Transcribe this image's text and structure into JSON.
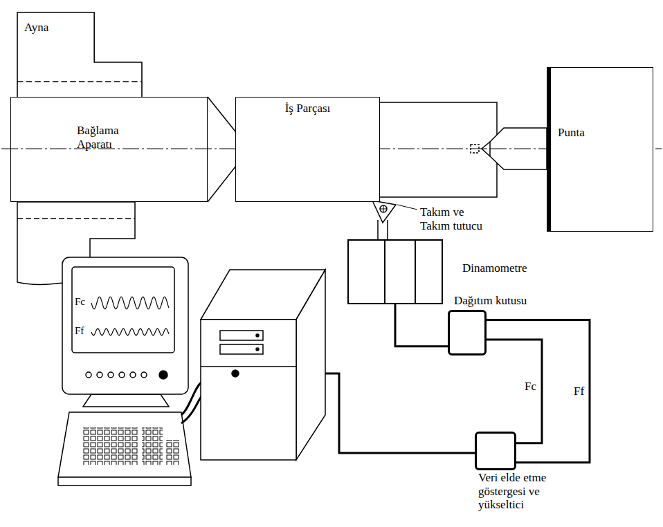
{
  "diagram": {
    "nodes": [
      {
        "text": [
          "Ayna"
        ]
      },
      {
        "text": [
          "Bağlama Aparatı"
        ]
      },
      {
        "text": [
          "İş Parçası"
        ]
      },
      {
        "text": [
          "Punta"
        ]
      },
      {
        "text": [
          "Dinamometre"
        ]
      },
      {
        "text": [
          "Dağıtım kutusu"
        ]
      },
      {
        "text": [
          "Veri elde etme göstergesi ve yükseltici"
        ]
      }
    ],
    "edges": [
      {
        "from": 4,
        "to": 5,
        "arrow": "none"
      },
      {
        "from": 5,
        "to": 6,
        "label": "Fc",
        "arrow": "none"
      },
      {
        "from": 5,
        "to": 6,
        "label": "Ff",
        "arrow": "none"
      }
    ],
    "labels": [
      "Fc",
      "Ff",
      "Takım ve Takım tutucu"
    ]
  }
}
